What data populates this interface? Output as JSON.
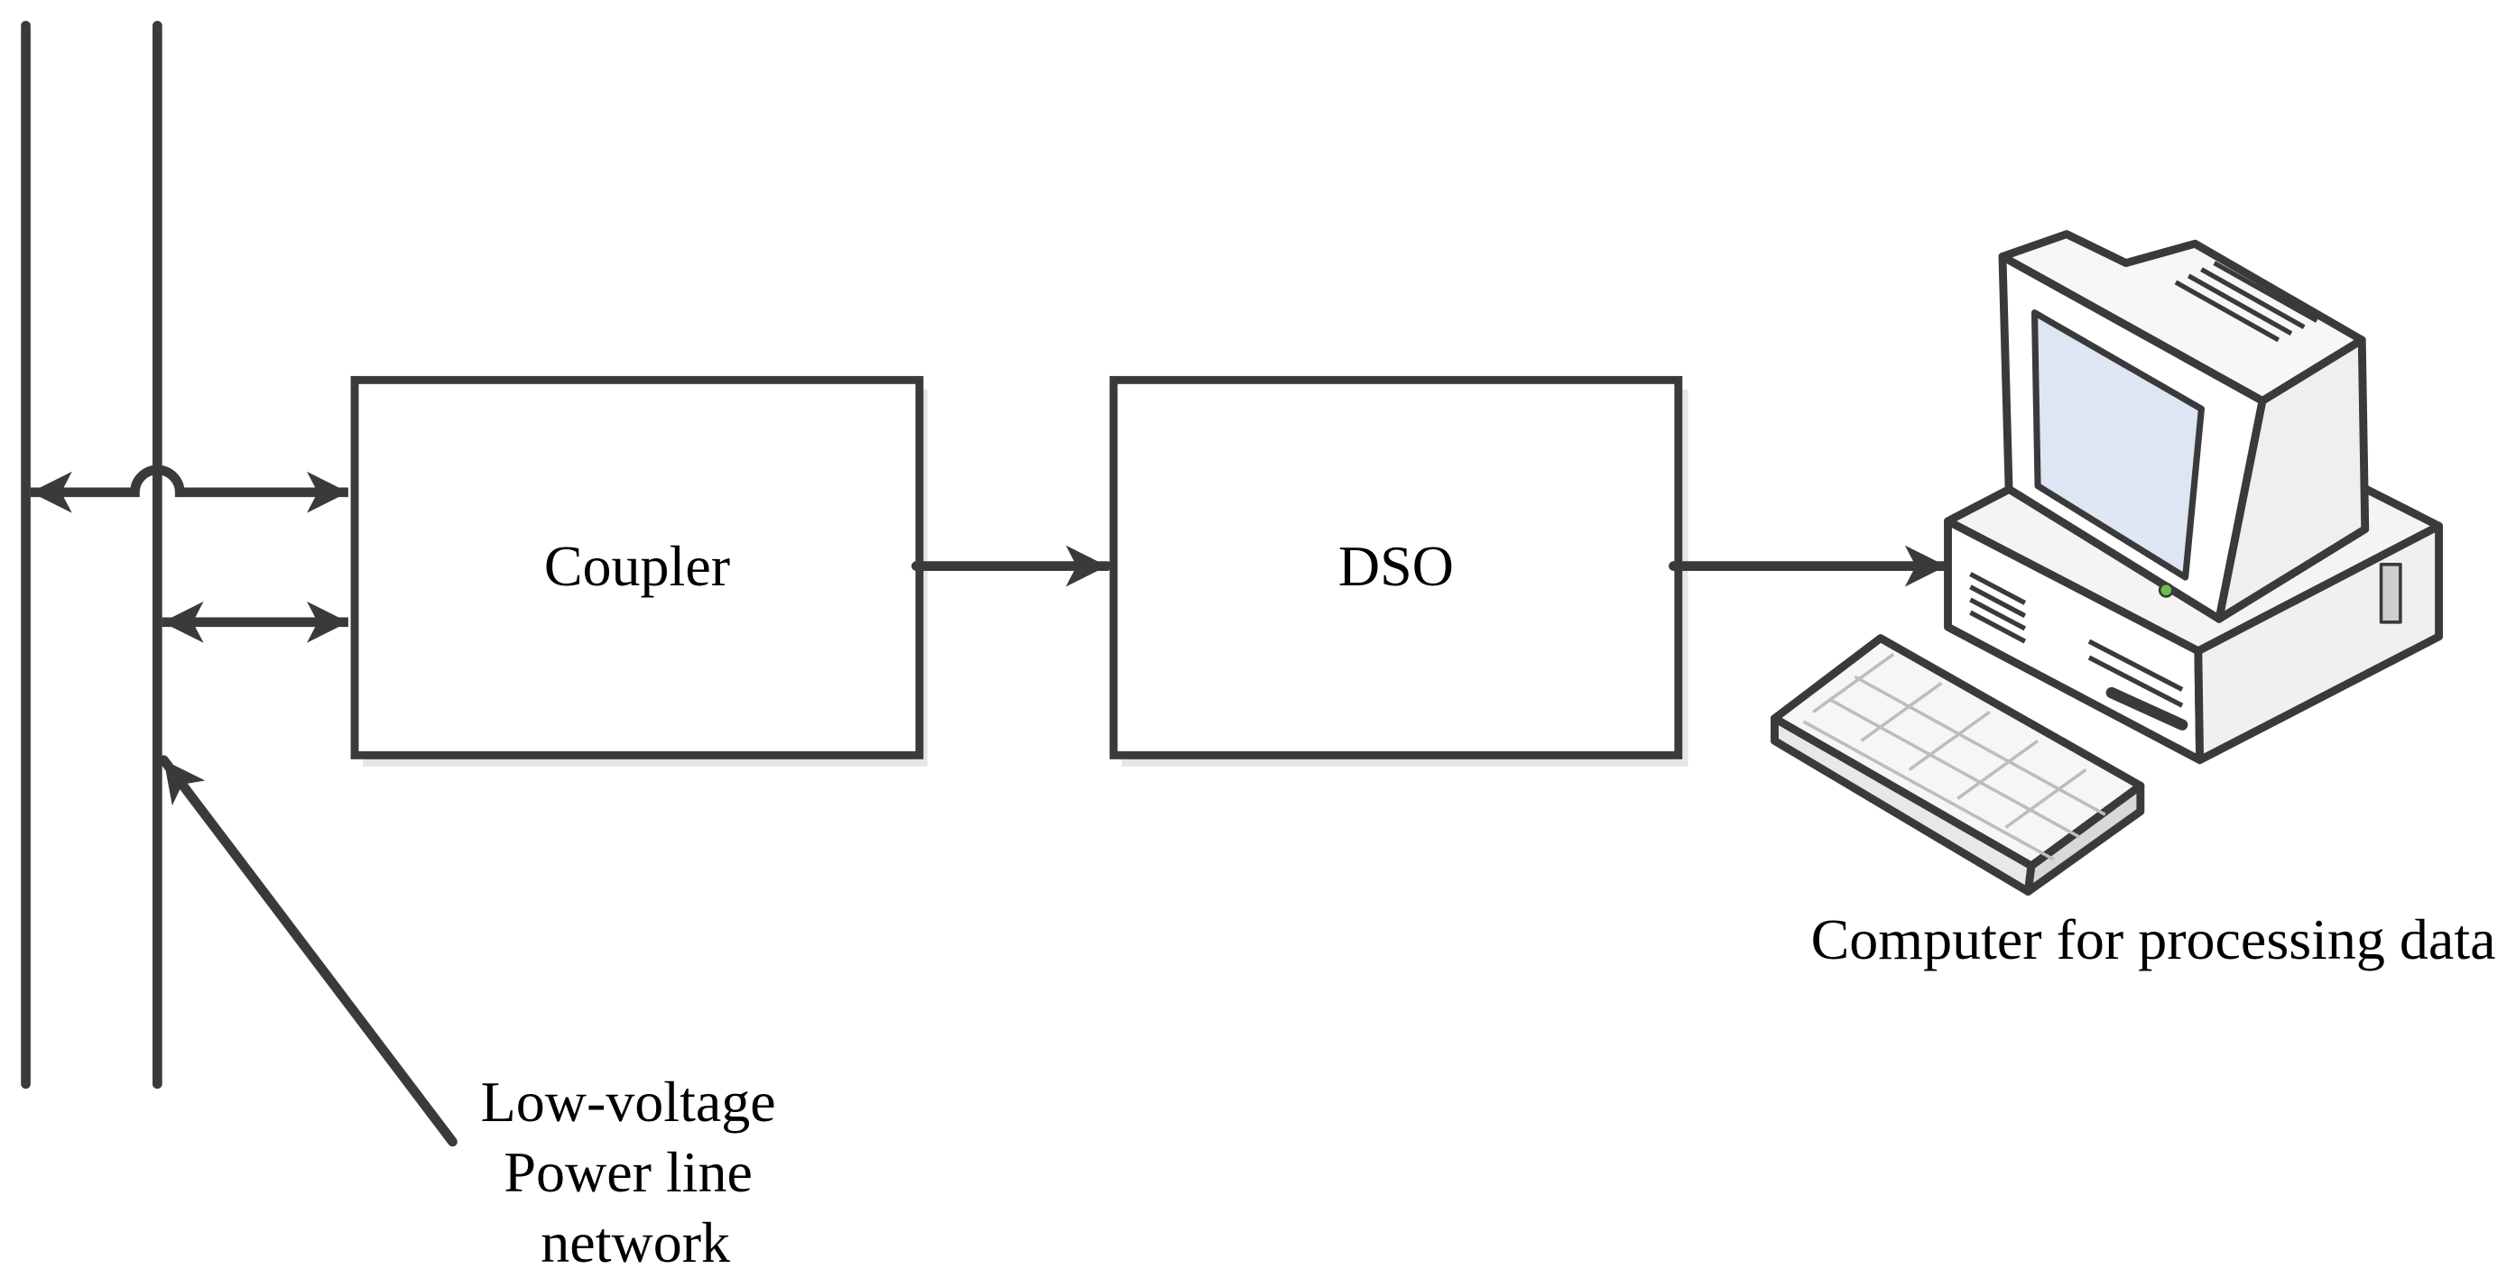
{
  "diagram": {
    "coupler_label": "Coupler",
    "dso_label": "DSO",
    "computer_label": "Computer for processing data",
    "network_label_lines": [
      "Low-voltage",
      "Power line",
      "network"
    ]
  },
  "colors": {
    "stroke": "#3a3a3a",
    "text": "#000000",
    "background": "#ffffff",
    "screen": "#dde6f2",
    "power_led": "#6bbf4f"
  },
  "icons": {
    "computer": "desktop-computer-icon",
    "keyboard": "keyboard-icon"
  }
}
